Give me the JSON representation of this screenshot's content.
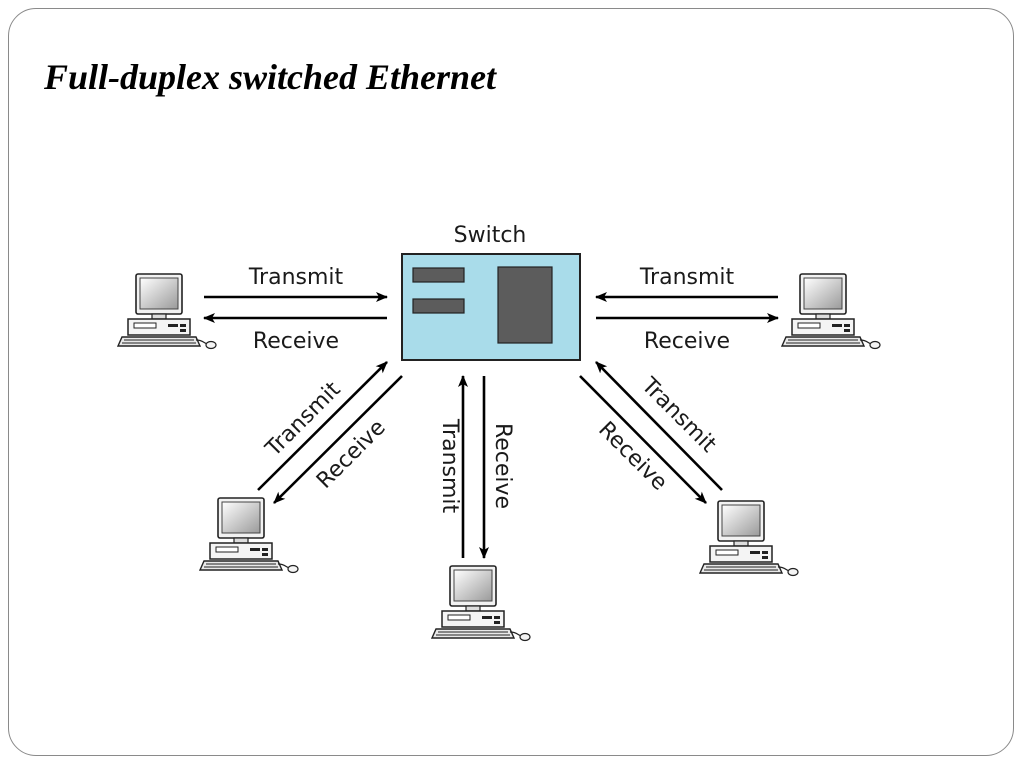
{
  "slide": {
    "title": "Full-duplex switched Ethernet"
  },
  "diagram": {
    "switch_label": "Switch",
    "links": [
      {
        "name": "left",
        "transmit": "Transmit",
        "receive": "Receive"
      },
      {
        "name": "right",
        "transmit": "Transmit",
        "receive": "Receive"
      },
      {
        "name": "lower-left",
        "transmit": "Transmit",
        "receive": "Receive"
      },
      {
        "name": "bottom",
        "transmit": "Transmit",
        "receive": "Receive"
      },
      {
        "name": "lower-right",
        "transmit": "Transmit",
        "receive": "Receive"
      }
    ]
  },
  "colors": {
    "switch_fill": "#a9dcea",
    "switch_port": "#5c5c5c",
    "line": "#000000"
  },
  "icons": [
    "computer-icon",
    "switch-icon"
  ]
}
